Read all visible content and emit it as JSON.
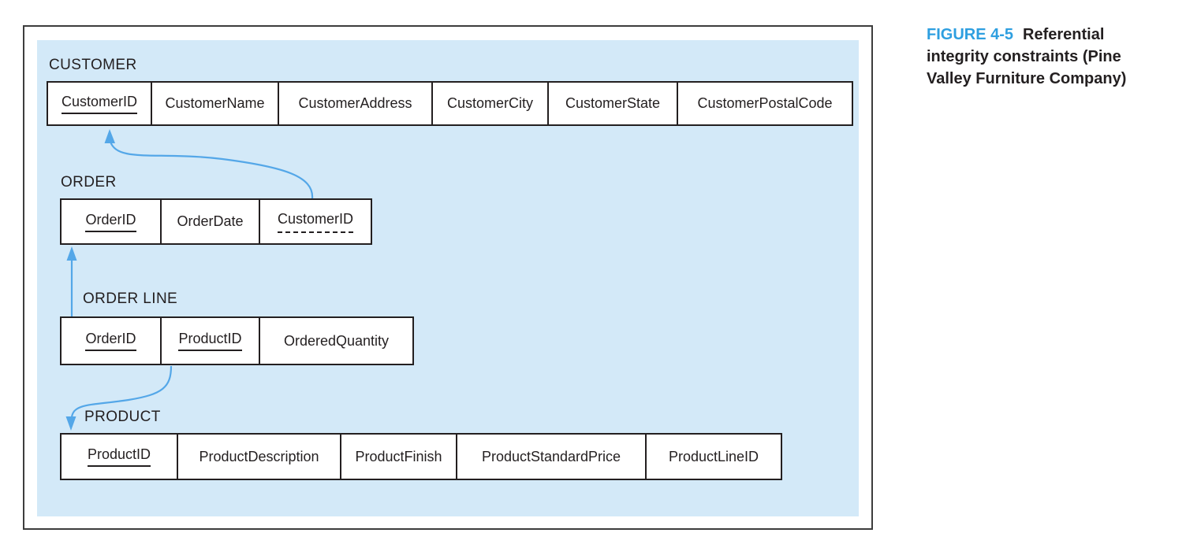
{
  "caption": {
    "label": "FIGURE 4-5",
    "lines": [
      "Referential",
      "integrity constraints (Pine",
      "Valley Furniture Company)"
    ]
  },
  "colors": {
    "panel_background": "#d3e9f8",
    "arrow_blue": "#54a7e8",
    "figure_label_blue": "#2e9fe0",
    "text": "#231f20"
  },
  "tables": [
    {
      "name": "CUSTOMER",
      "fields": [
        {
          "label": "CustomerID",
          "key": "primary"
        },
        {
          "label": "CustomerName",
          "key": "none"
        },
        {
          "label": "CustomerAddress",
          "key": "none"
        },
        {
          "label": "CustomerCity",
          "key": "none"
        },
        {
          "label": "CustomerState",
          "key": "none"
        },
        {
          "label": "CustomerPostalCode",
          "key": "none"
        }
      ]
    },
    {
      "name": "ORDER",
      "fields": [
        {
          "label": "OrderID",
          "key": "primary"
        },
        {
          "label": "OrderDate",
          "key": "none"
        },
        {
          "label": "CustomerID",
          "key": "foreign"
        }
      ]
    },
    {
      "name": "ORDER LINE",
      "fields": [
        {
          "label": "OrderID",
          "key": "primary"
        },
        {
          "label": "ProductID",
          "key": "primary"
        },
        {
          "label": "OrderedQuantity",
          "key": "none"
        }
      ]
    },
    {
      "name": "PRODUCT",
      "fields": [
        {
          "label": "ProductID",
          "key": "primary"
        },
        {
          "label": "ProductDescription",
          "key": "none"
        },
        {
          "label": "ProductFinish",
          "key": "none"
        },
        {
          "label": "ProductStandardPrice",
          "key": "none"
        },
        {
          "label": "ProductLineID",
          "key": "none"
        }
      ]
    }
  ],
  "relationships": [
    {
      "from": "ORDER.CustomerID",
      "to": "CUSTOMER.CustomerID"
    },
    {
      "from": "ORDER LINE.OrderID",
      "to": "ORDER.OrderID"
    },
    {
      "from": "ORDER LINE.ProductID",
      "to": "PRODUCT.ProductID"
    }
  ]
}
